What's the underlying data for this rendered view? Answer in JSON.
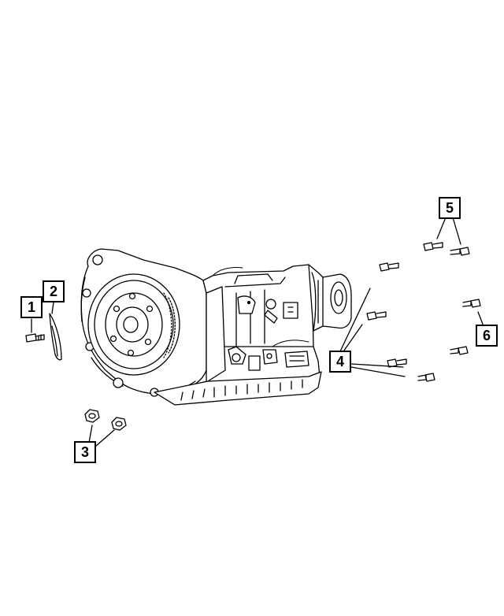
{
  "diagram": {
    "callouts": [
      {
        "id": "1",
        "label": "1"
      },
      {
        "id": "2",
        "label": "2"
      },
      {
        "id": "3",
        "label": "3"
      },
      {
        "id": "4",
        "label": "4"
      },
      {
        "id": "5",
        "label": "5"
      },
      {
        "id": "6",
        "label": "6"
      }
    ],
    "line_color": "#000000",
    "background": "#ffffff"
  }
}
